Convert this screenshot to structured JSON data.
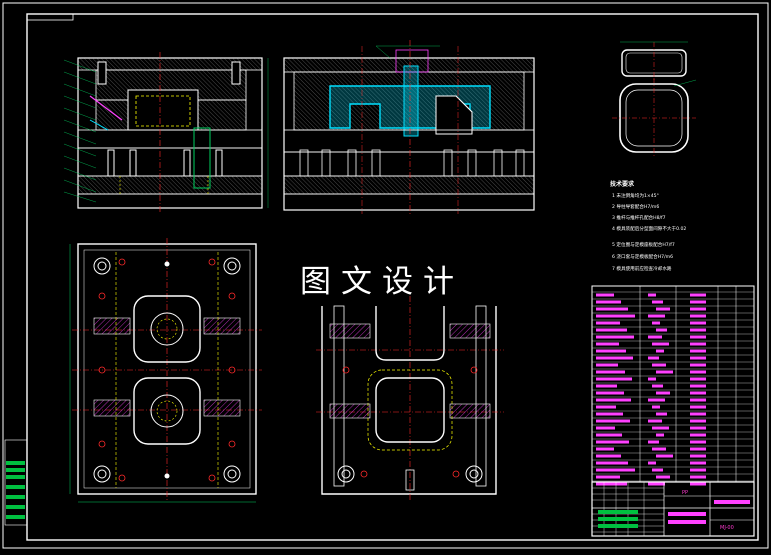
{
  "watermark": "图文设计",
  "notes": {
    "title": "技术要求",
    "items": [
      "1 未注倒角均为1×45°",
      "2 导柱导套配合H7/m6",
      "3 推杆与推杆孔配合H8/f7",
      "4 模具装配后分型面间隙不大于0.02",
      "5 定位圈与定模座板配合H7/f7",
      "6 浇口套与定模板配合H7/m6",
      "7 模具使用前应检查冷却水路"
    ]
  },
  "title_block": {
    "material": "PP",
    "drawing_no": "MJ-00"
  },
  "colors": {
    "background": "#000000",
    "outline": "#ffffff",
    "center_line": "#ff2a2a",
    "hidden_line": "#ffff00",
    "hatch": "#ff40ff",
    "dimension": "#00d060",
    "cyan_part": "#00e0ff"
  }
}
